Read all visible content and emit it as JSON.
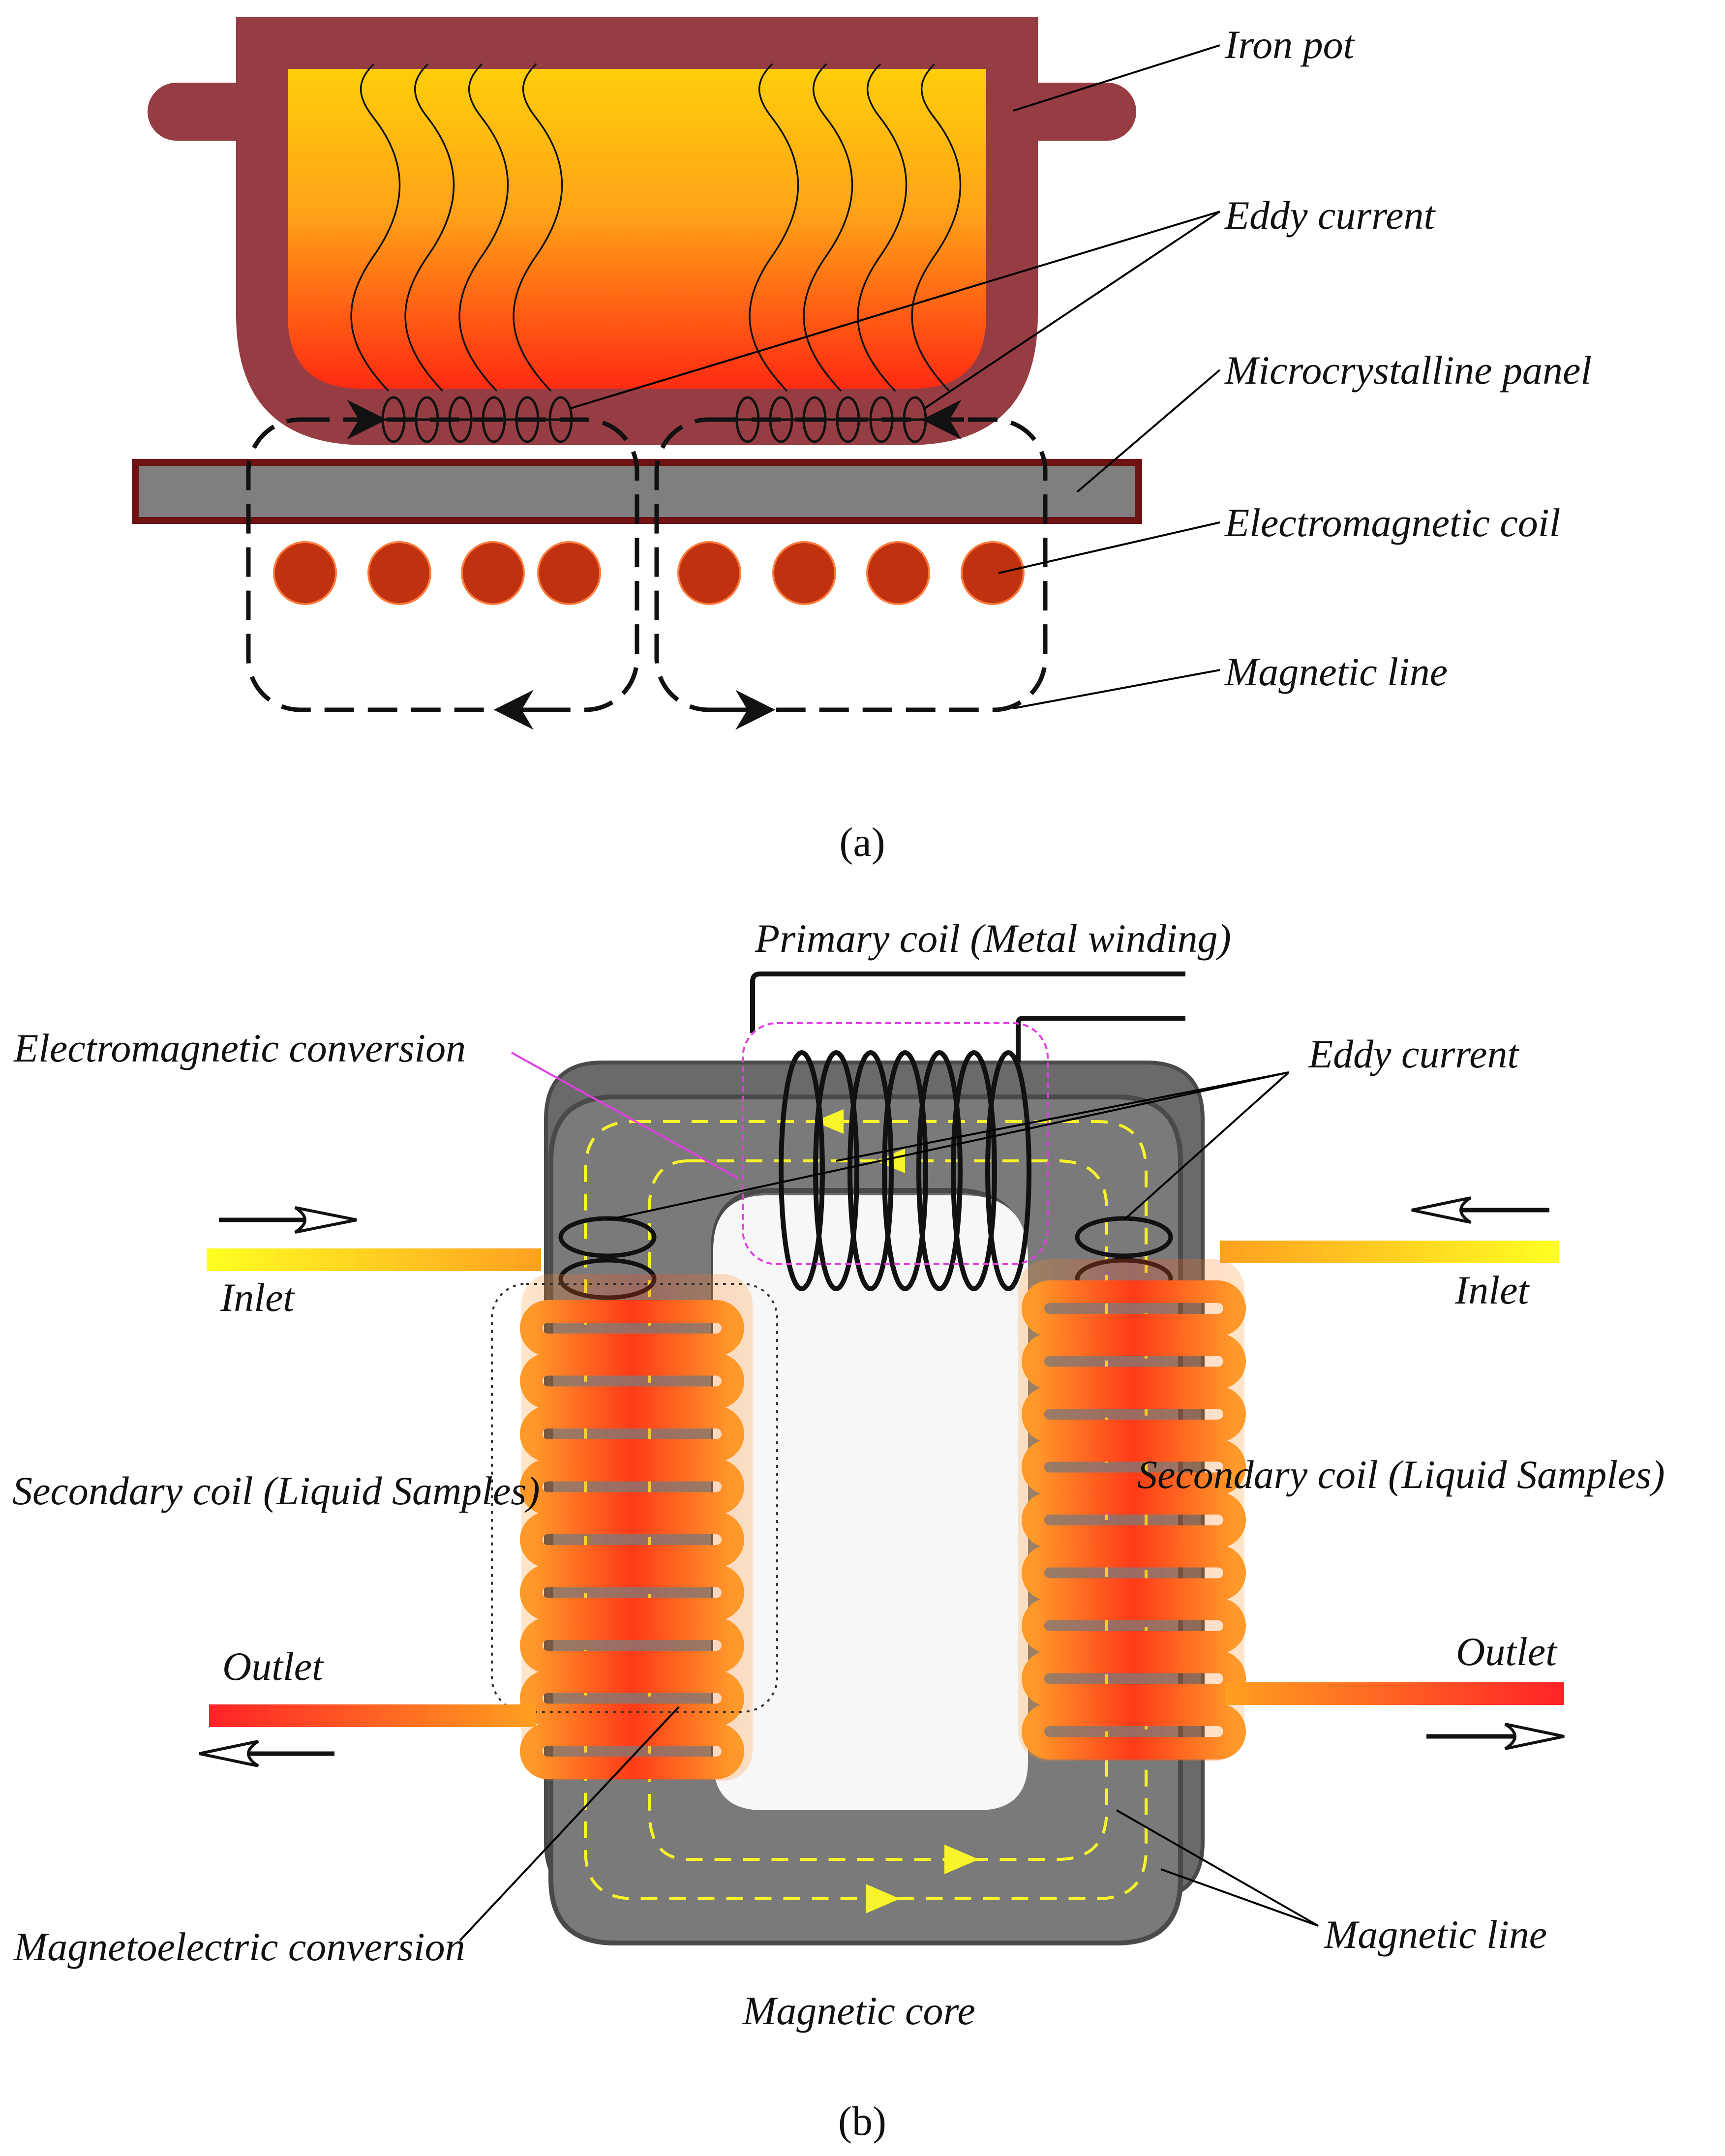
{
  "panel_a": {
    "caption": "(a)",
    "labels": {
      "iron_pot": "Iron pot",
      "eddy_current": "Eddy current",
      "microcrystalline_panel": "Microcrystalline panel",
      "electromagnetic_coil": "Electromagnetic coil",
      "magnetic_line": "Magnetic line"
    }
  },
  "panel_b": {
    "caption": "(b)",
    "labels": {
      "primary_coil": "Primary coil (Metal winding)",
      "electromagnetic_conversion": "Electromagnetic conversion",
      "eddy_current": "Eddy current",
      "inlet_left": "Inlet",
      "inlet_right": "Inlet",
      "secondary_coil_left": "Secondary coil (Liquid Samples)",
      "secondary_coil_right": "Secondary coil (Liquid Samples)",
      "outlet_left": "Outlet",
      "outlet_right": "Outlet",
      "magnetoelectric_conversion": "Magnetoelectric conversion",
      "magnetic_line": "Magnetic line",
      "magnetic_core": "Magnetic core"
    }
  },
  "colors": {
    "pot": "#953d42",
    "panel": "#7f7f7f",
    "panel_border": "#6e1214",
    "coil_dot": "#c0310f",
    "core": "#7a7a7a",
    "core_highlight": "#f7f52a",
    "hot": "#ff3a14",
    "warm": "#ffa324",
    "inlet_cold": "#ffff22"
  }
}
